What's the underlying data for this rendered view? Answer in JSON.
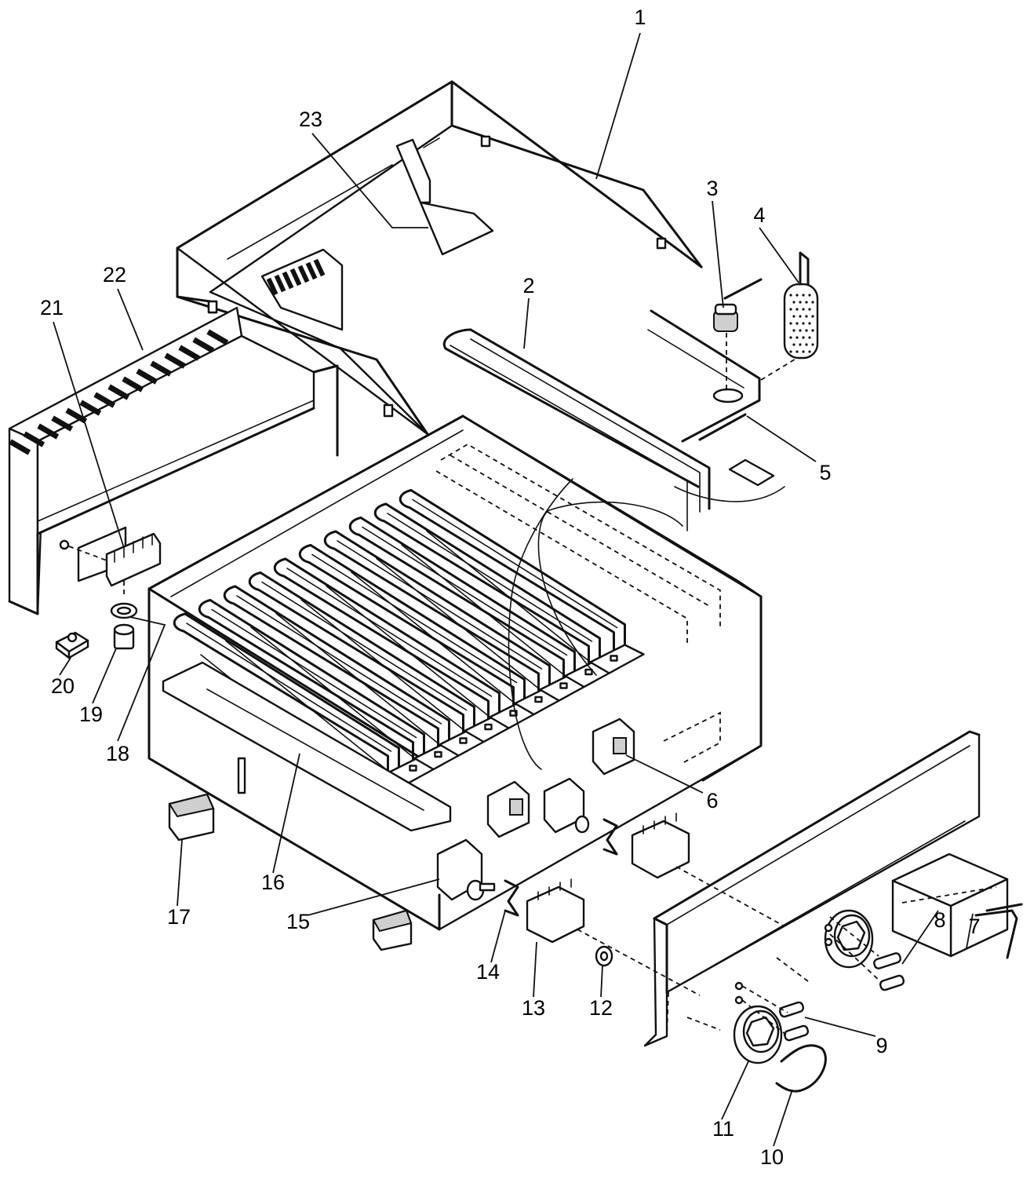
{
  "callouts": [
    {
      "n": "1"
    },
    {
      "n": "2"
    },
    {
      "n": "3"
    },
    {
      "n": "4"
    },
    {
      "n": "5"
    },
    {
      "n": "6"
    },
    {
      "n": "7"
    },
    {
      "n": "8"
    },
    {
      "n": "9"
    },
    {
      "n": "10"
    },
    {
      "n": "11"
    },
    {
      "n": "12"
    },
    {
      "n": "13"
    },
    {
      "n": "14"
    },
    {
      "n": "15"
    },
    {
      "n": "16"
    },
    {
      "n": "17"
    },
    {
      "n": "18"
    },
    {
      "n": "19"
    },
    {
      "n": "20"
    },
    {
      "n": "21"
    },
    {
      "n": "22"
    },
    {
      "n": "23"
    }
  ]
}
